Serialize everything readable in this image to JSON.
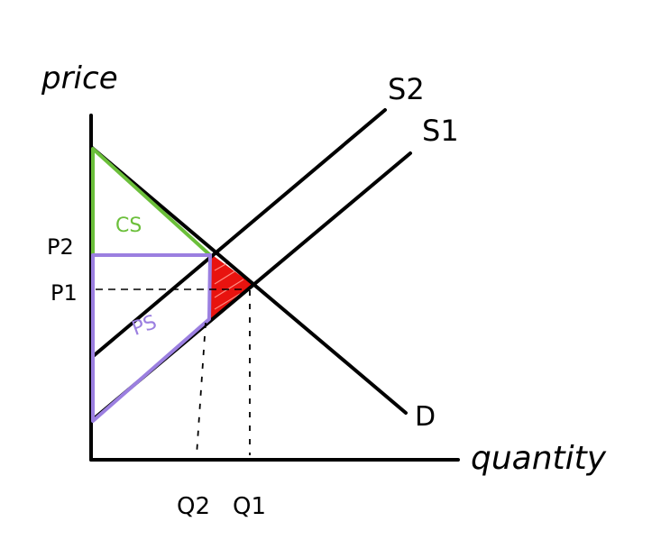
{
  "axes": {
    "y_label": "price",
    "x_label": "quantity"
  },
  "curves": {
    "supply_2": "S2",
    "supply_1": "S1",
    "demand": "D"
  },
  "price_levels": {
    "p2": "P2",
    "p1": "P1"
  },
  "quantity_levels": {
    "q2": "Q2",
    "q1": "Q1"
  },
  "regions": {
    "consumer_surplus": "CS",
    "producer_surplus": "PS"
  },
  "colors": {
    "axes": "#000000",
    "consumer_surplus": "#6bbf3a",
    "producer_surplus": "#9b7fe0",
    "deadweight_loss": "#e8130f",
    "guides": "#000000"
  }
}
